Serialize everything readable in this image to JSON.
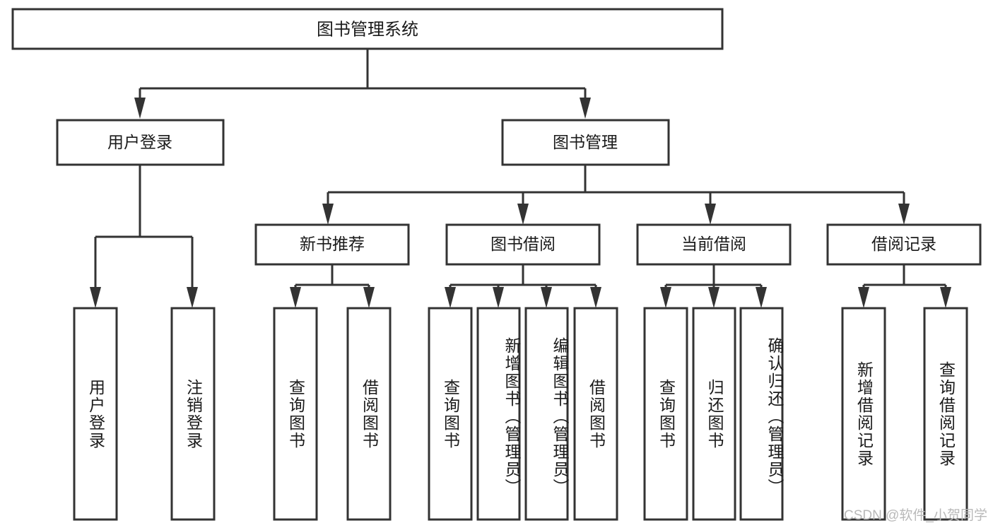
{
  "diagram": {
    "title": "图书管理系统",
    "type": "tree",
    "watermark": "CSDN @软件_小贺同学",
    "colors": {
      "stroke": "#333333",
      "fill": "#ffffff",
      "text": "#1a1a1a",
      "watermark": "#b9b9b9",
      "background": "#ffffff"
    },
    "levels": {
      "root": {
        "label": "图书管理系统"
      },
      "level2": [
        {
          "id": "user-login",
          "label": "用户登录"
        },
        {
          "id": "book-manage",
          "label": "图书管理"
        }
      ],
      "level3": [
        {
          "id": "new-book-rec",
          "label": "新书推荐",
          "parent": "book-manage"
        },
        {
          "id": "book-borrow",
          "label": "图书借阅",
          "parent": "book-manage"
        },
        {
          "id": "current-borrow",
          "label": "当前借阅",
          "parent": "book-manage"
        },
        {
          "id": "borrow-record",
          "label": "借阅记录",
          "parent": "book-manage"
        }
      ],
      "leaves": [
        {
          "id": "leaf-1",
          "label": "用户登录",
          "parent": "user-login"
        },
        {
          "id": "leaf-2",
          "label": "注销登录",
          "parent": "user-login"
        },
        {
          "id": "leaf-3",
          "label": "查询图书",
          "parent": "new-book-rec"
        },
        {
          "id": "leaf-4",
          "label": "借阅图书",
          "parent": "new-book-rec"
        },
        {
          "id": "leaf-5",
          "label": "查询图书",
          "parent": "book-borrow"
        },
        {
          "id": "leaf-6",
          "label": "新增图书（管理员）",
          "parent": "book-borrow"
        },
        {
          "id": "leaf-7",
          "label": "编辑图书（管理员）",
          "parent": "book-borrow"
        },
        {
          "id": "leaf-8",
          "label": "借阅图书",
          "parent": "book-borrow"
        },
        {
          "id": "leaf-9",
          "label": "查询图书",
          "parent": "current-borrow"
        },
        {
          "id": "leaf-10",
          "label": "归还图书",
          "parent": "current-borrow"
        },
        {
          "id": "leaf-11",
          "label": "确认归还（管理员）",
          "parent": "current-borrow"
        },
        {
          "id": "leaf-12",
          "label": "新增借阅记录",
          "parent": "borrow-record"
        },
        {
          "id": "leaf-13",
          "label": "查询借阅记录",
          "parent": "borrow-record"
        }
      ]
    }
  }
}
